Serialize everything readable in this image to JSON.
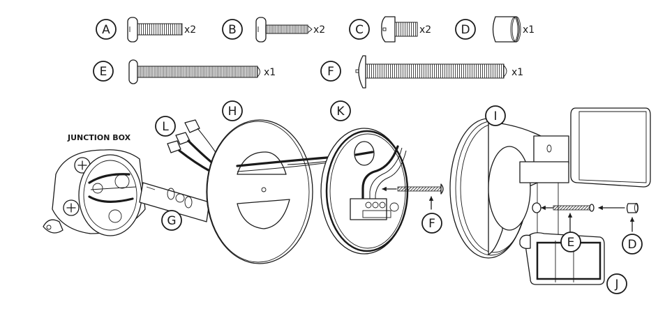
{
  "diagram": {
    "type": "exploded-assembly",
    "subject": "motion-sensor security light installation",
    "parts": [
      {
        "letter": "A",
        "kind": "short pan-head screw",
        "qty": "x2"
      },
      {
        "letter": "B",
        "kind": "short fine-thread screw",
        "qty": "x2"
      },
      {
        "letter": "C",
        "kind": "stubby screw",
        "qty": "x2"
      },
      {
        "letter": "D",
        "kind": "cap",
        "qty": "x1"
      },
      {
        "letter": "E",
        "kind": "long screw",
        "qty": "x1"
      },
      {
        "letter": "F",
        "kind": "long pan-head screw",
        "qty": "x1"
      }
    ],
    "callouts": {
      "junction_box": "JUNCTION BOX",
      "G": "G",
      "H": "H",
      "I": "I",
      "J": "J",
      "K": "K",
      "L": "L",
      "F": "F",
      "E": "E",
      "D": "D"
    },
    "colors": {
      "ink": "#1a1a1a",
      "paper": "#ffffff"
    }
  }
}
